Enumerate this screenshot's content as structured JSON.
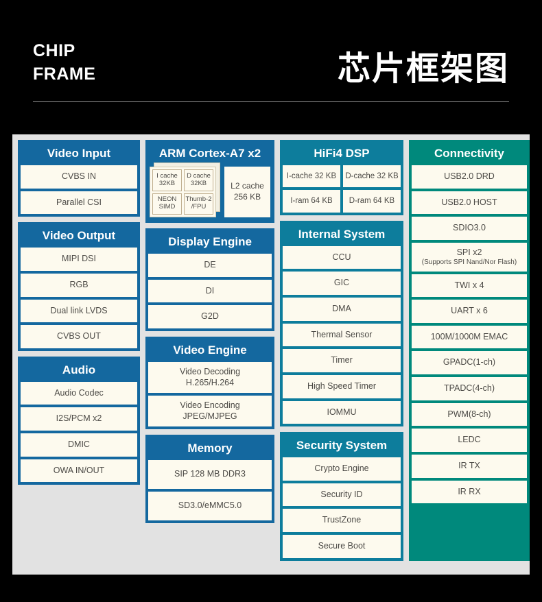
{
  "header": {
    "title_en_line1": "CHIP",
    "title_en_line2": "FRAME",
    "title_cn": "芯片框架图"
  },
  "colors": {
    "blue": "#14689f",
    "teal": "#0d7d9c",
    "green": "#00897c",
    "item_bg": "#fdfaee",
    "panel_bg": "#e2e2e2",
    "background": "#000000"
  },
  "blocks": {
    "video_input": {
      "title": "Video Input",
      "items": [
        "CVBS IN",
        "Parallel CSI"
      ]
    },
    "video_output": {
      "title": "Video Output",
      "items": [
        "MIPI DSI",
        "RGB",
        "Dual link LVDS",
        "CVBS OUT"
      ]
    },
    "audio": {
      "title": "Audio",
      "items": [
        "Audio Codec",
        "I2S/PCM x2",
        "DMIC",
        "OWA IN/OUT"
      ]
    },
    "arm": {
      "title": "ARM Cortex-A7 x2",
      "cells": [
        {
          "line1": "I cache",
          "line2": "32KB"
        },
        {
          "line1": "D cache",
          "line2": "32KB"
        },
        {
          "line1": "NEON",
          "line2": "SIMD"
        },
        {
          "line1": "Thumb-2",
          "line2": "/FPU"
        }
      ],
      "l2_line1": "L2 cache",
      "l2_line2": "256 KB"
    },
    "display_engine": {
      "title": "Display Engine",
      "items": [
        "DE",
        "DI",
        "G2D"
      ]
    },
    "video_engine": {
      "title": "Video Engine",
      "items": [
        {
          "line1": "Video Decoding",
          "line2": "H.265/H.264"
        },
        {
          "line1": "Video Encoding",
          "line2": "JPEG/MJPEG"
        }
      ]
    },
    "memory": {
      "title": "Memory",
      "items": [
        "SIP 128 MB DDR3",
        "SD3.0/eMMC5.0"
      ]
    },
    "hifi4_dsp": {
      "title": "HiFi4 DSP",
      "items": [
        "I-cache 32 KB",
        "D-cache 32 KB",
        "I-ram 64 KB",
        "D-ram 64 KB"
      ]
    },
    "internal_system": {
      "title": "Internal System",
      "items": [
        "CCU",
        "GIC",
        "DMA",
        "Thermal Sensor",
        "Timer",
        "High Speed Timer",
        "IOMMU"
      ]
    },
    "security_system": {
      "title": "Security System",
      "items": [
        "Crypto Engine",
        "Security ID",
        "TrustZone",
        "Secure Boot"
      ]
    },
    "connectivity": {
      "title": "Connectivity",
      "items": [
        {
          "main": "USB2.0 DRD",
          "sub": ""
        },
        {
          "main": "USB2.0 HOST",
          "sub": ""
        },
        {
          "main": "SDIO3.0",
          "sub": ""
        },
        {
          "main": "SPI x2",
          "sub": "(Supports SPI Nand/Nor Flash)"
        },
        {
          "main": "TWI x 4",
          "sub": ""
        },
        {
          "main": "UART x 6",
          "sub": ""
        },
        {
          "main": "100M/1000M EMAC",
          "sub": ""
        },
        {
          "main": "GPADC(1-ch)",
          "sub": ""
        },
        {
          "main": "TPADC(4-ch)",
          "sub": ""
        },
        {
          "main": "PWM(8-ch)",
          "sub": ""
        },
        {
          "main": "LEDC",
          "sub": ""
        },
        {
          "main": "IR TX",
          "sub": ""
        },
        {
          "main": "IR RX",
          "sub": ""
        }
      ]
    }
  }
}
